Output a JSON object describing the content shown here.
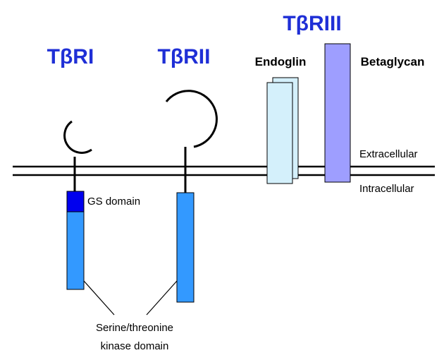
{
  "titles": {
    "receptor_1": "TβRI",
    "receptor_2": "TβRII",
    "receptor_3": "TβRIII"
  },
  "coreceptors": {
    "endoglin": "Endoglin",
    "betaglycan": "Betaglycan"
  },
  "membrane": {
    "extracellular": "Extracellular",
    "intracellular": "Intracellular"
  },
  "annotations": {
    "gs_domain": "GS domain",
    "kinase_line_1": "Serine/threonine",
    "kinase_line_2": "kinase domain"
  },
  "colors": {
    "title_blue": "#1f2fd6",
    "kinase_blue": "#3399ff",
    "gs_blue": "#0000ee",
    "endoglin_fill": "#d4f0fb",
    "betaglycan_fill": "#9e9eff",
    "line": "#000000"
  }
}
